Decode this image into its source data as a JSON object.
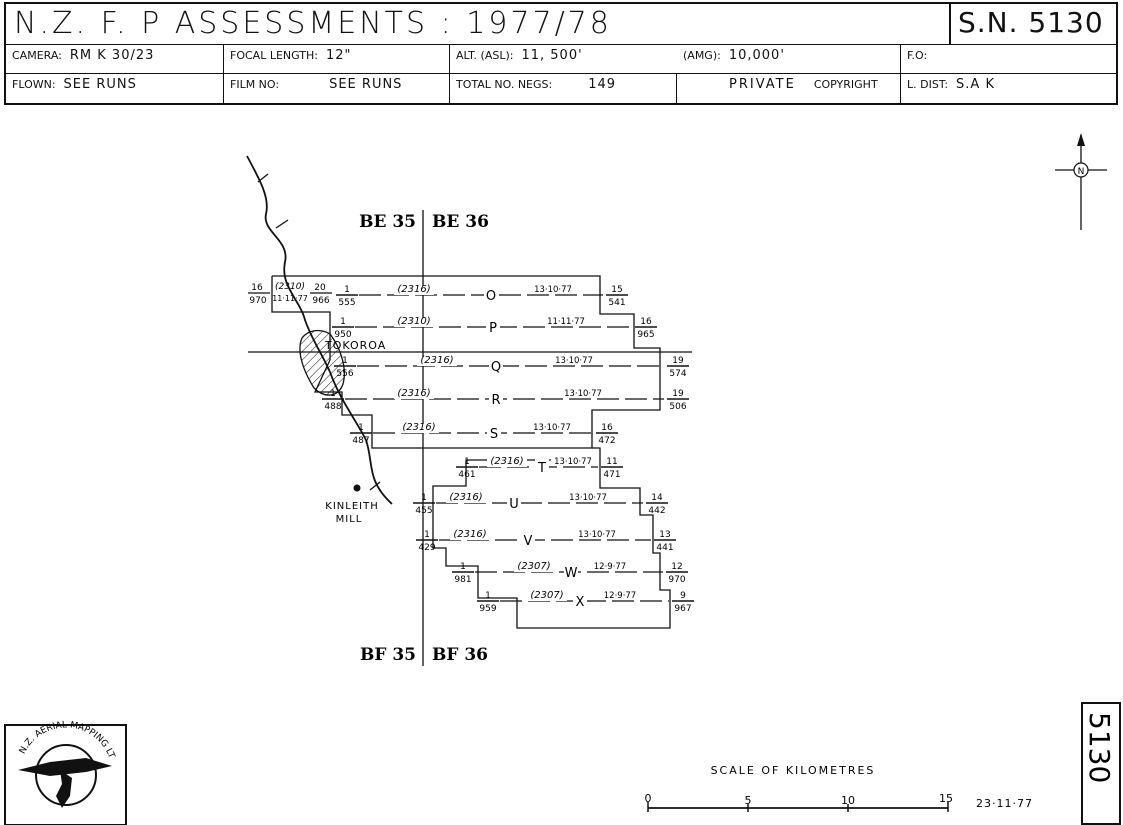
{
  "header": {
    "title": "N.Z. F. P   ASSESSMENTS : 1977/78",
    "serial": "S.N. 5130",
    "camera_label": "CAMERA:",
    "camera_value": "RM K  30/23",
    "focal_label": "FOCAL LENGTH:",
    "focal_value": "12\"",
    "alt_label": "ALT. (ASL):",
    "alt_value": "11, 500'",
    "amg_label": "(AMG):",
    "amg_value": "10,000'",
    "fo_label": "F.O:",
    "fo_value": "",
    "flown_label": "FLOWN:",
    "flown_value": "SEE  RUNS",
    "film_label": "FILM NO:",
    "film_value": "SEE  RUNS",
    "negs_label": "TOTAL NO. NEGS:",
    "negs_value": "149",
    "private_label": "PRIVATE",
    "copyright_label": "COPYRIGHT",
    "ldist_label": "L. DIST:",
    "ldist_value": "S.A K"
  },
  "map": {
    "grid_labels": {
      "tl": "BE 35",
      "tr": "BE 36",
      "bl": "BF 35",
      "br": "BF 36"
    },
    "places": {
      "town": "TOKOROA",
      "mill1": "KINLEITH",
      "mill2": "MILL"
    },
    "north": "N",
    "runs": [
      {
        "letter": "O",
        "film": "(2316)",
        "date": "13·10·77",
        "sn": "1",
        "sf": "555",
        "en": "15",
        "ef": "541"
      },
      {
        "letter": "P",
        "film": "(2310)",
        "date": "11·11·77",
        "sn": "1",
        "sf": "950",
        "en": "16",
        "ef": "965"
      },
      {
        "letter": "Q",
        "film": "(2316)",
        "date": "13·10·77",
        "sn": "1",
        "sf": "556",
        "en": "19",
        "ef": "574"
      },
      {
        "letter": "R",
        "film": "(2316)",
        "date": "13·10·77",
        "sn": "1",
        "sf": "488",
        "en": "19",
        "ef": "506"
      },
      {
        "letter": "S",
        "film": "(2316)",
        "date": "13·10·77",
        "sn": "1",
        "sf": "487",
        "en": "16",
        "ef": "472"
      },
      {
        "letter": "T",
        "film": "(2316)",
        "date": "13·10·77",
        "sn": "1",
        "sf": "461",
        "en": "11",
        "ef": "471"
      },
      {
        "letter": "U",
        "film": "(2316)",
        "date": "13·10·77",
        "sn": "1",
        "sf": "455",
        "en": "14",
        "ef": "442"
      },
      {
        "letter": "V",
        "film": "(2316)",
        "date": "13·10·77",
        "sn": "1",
        "sf": "429",
        "en": "13",
        "ef": "441"
      },
      {
        "letter": "W",
        "film": "(2307)",
        "date": "12·9·77",
        "sn": "1",
        "sf": "981",
        "en": "12",
        "ef": "970"
      },
      {
        "letter": "X",
        "film": "(2307)",
        "date": "12·9·77",
        "sn": "1",
        "sf": "959",
        "en": "9",
        "ef": "967"
      }
    ],
    "extra_run": {
      "film": "(2310)",
      "date": "11·11·77",
      "n1": "16",
      "f1": "970",
      "n2": "20",
      "f2": "966"
    }
  },
  "footer": {
    "logo_text": "N.Z. AERIAL MAPPING LTD",
    "scale_title": "SCALE  OF  KILOMETRES",
    "scale_ticks": [
      "0",
      "5",
      "10",
      "15"
    ],
    "date": "23·11·77",
    "sheet": "5130"
  }
}
